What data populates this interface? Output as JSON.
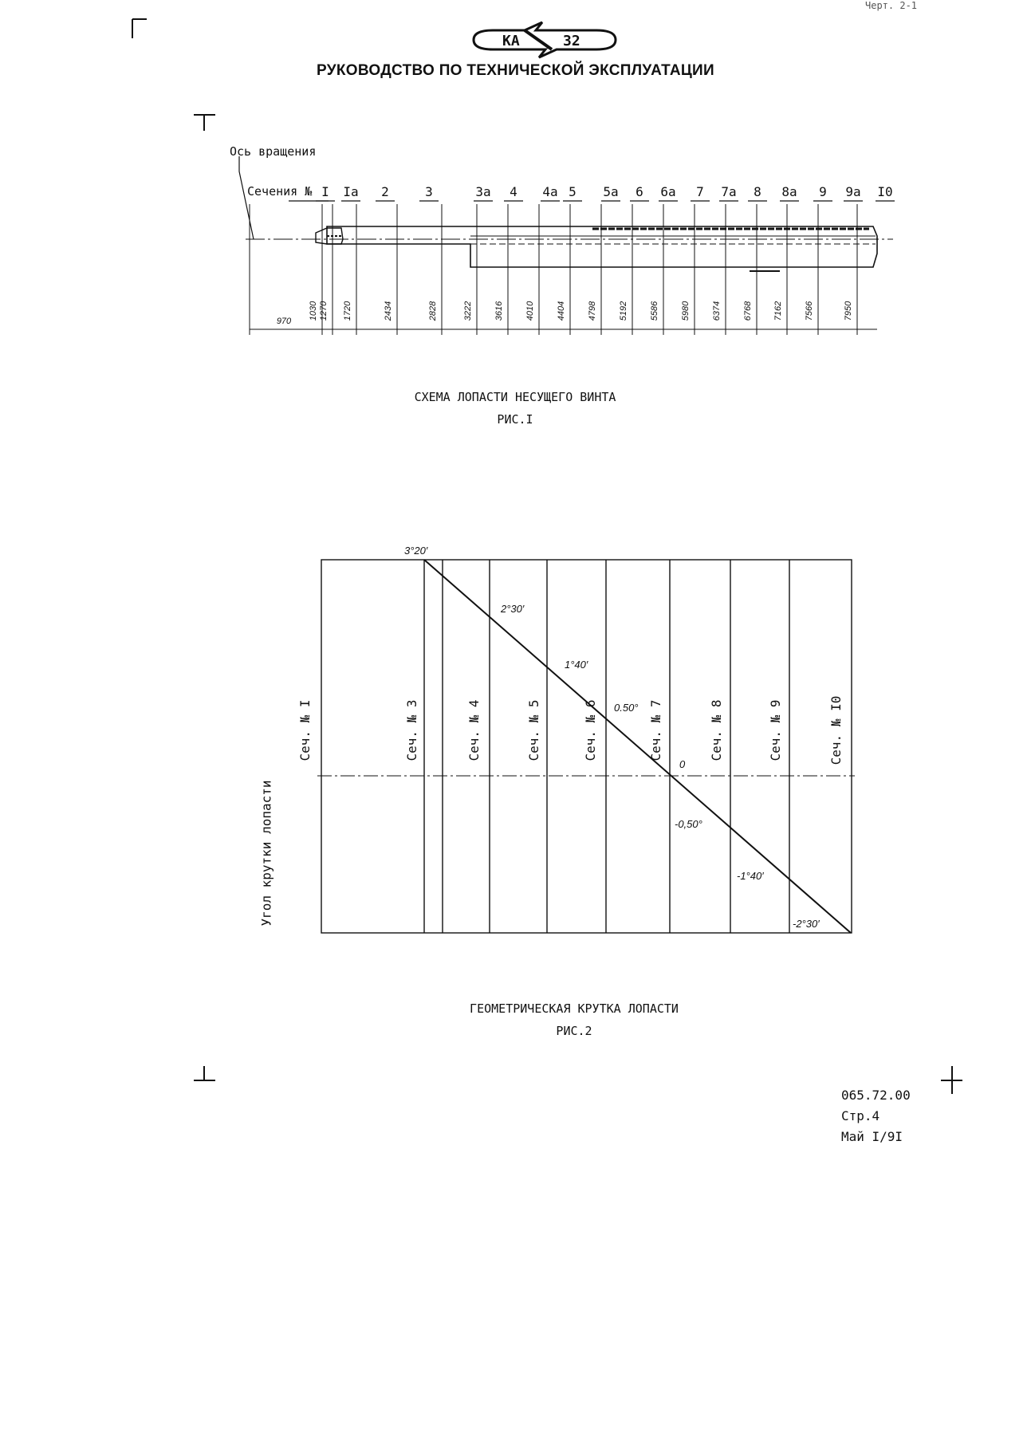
{
  "header": {
    "logo_left": "КА",
    "logo_right": "32",
    "title": "РУКОВОДСТВО ПО ТЕХНИЧЕСКОЙ ЭКСПЛУАТАЦИИ",
    "corner_mark": "Черт. 2-1"
  },
  "figure1": {
    "axis_label": "Ось вращения",
    "sections_label": "Сечения №",
    "section_ids": [
      "I",
      "Iа",
      "2",
      "3",
      "3а",
      "4",
      "4а",
      "5",
      "5а",
      "6",
      "6а",
      "7",
      "7а",
      "8",
      "8а",
      "9",
      "9а",
      "I0"
    ],
    "dimensions": [
      "970",
      "1030",
      "1270",
      "1720",
      "2434",
      "2828",
      "3222",
      "3616",
      "4010",
      "4404",
      "4798",
      "5192",
      "5586",
      "5980",
      "6374",
      "6768",
      "7162",
      "7566",
      "7950"
    ],
    "caption_line1": "СХЕМА ЛОПАСТИ НЕСУЩЕГО ВИНТА",
    "caption_line2": "РИС.I"
  },
  "figure2": {
    "y_axis_label": "Угол крутки лопасти",
    "section_labels": [
      "Сеч. № I",
      "Сеч. № 3",
      "Сеч. № 4",
      "Сеч. № 5",
      "Сеч. № 6",
      "Сеч. № 7",
      "Сеч. № 8",
      "Сеч. № 9",
      "Сеч. № I0"
    ],
    "angle_labels": [
      "3°20′",
      "2°30′",
      "1°40′",
      "0.50°",
      "0",
      "-0,50°",
      "-1°40′",
      "-2°30′"
    ],
    "caption_line1": "ГЕОМЕТРИЧЕСКАЯ КРУТКА ЛОПАСТИ",
    "caption_line2": "РИС.2"
  },
  "footer": {
    "doc_number": "065.72.00",
    "page": "Стр.4",
    "date": "Май I/9I"
  }
}
